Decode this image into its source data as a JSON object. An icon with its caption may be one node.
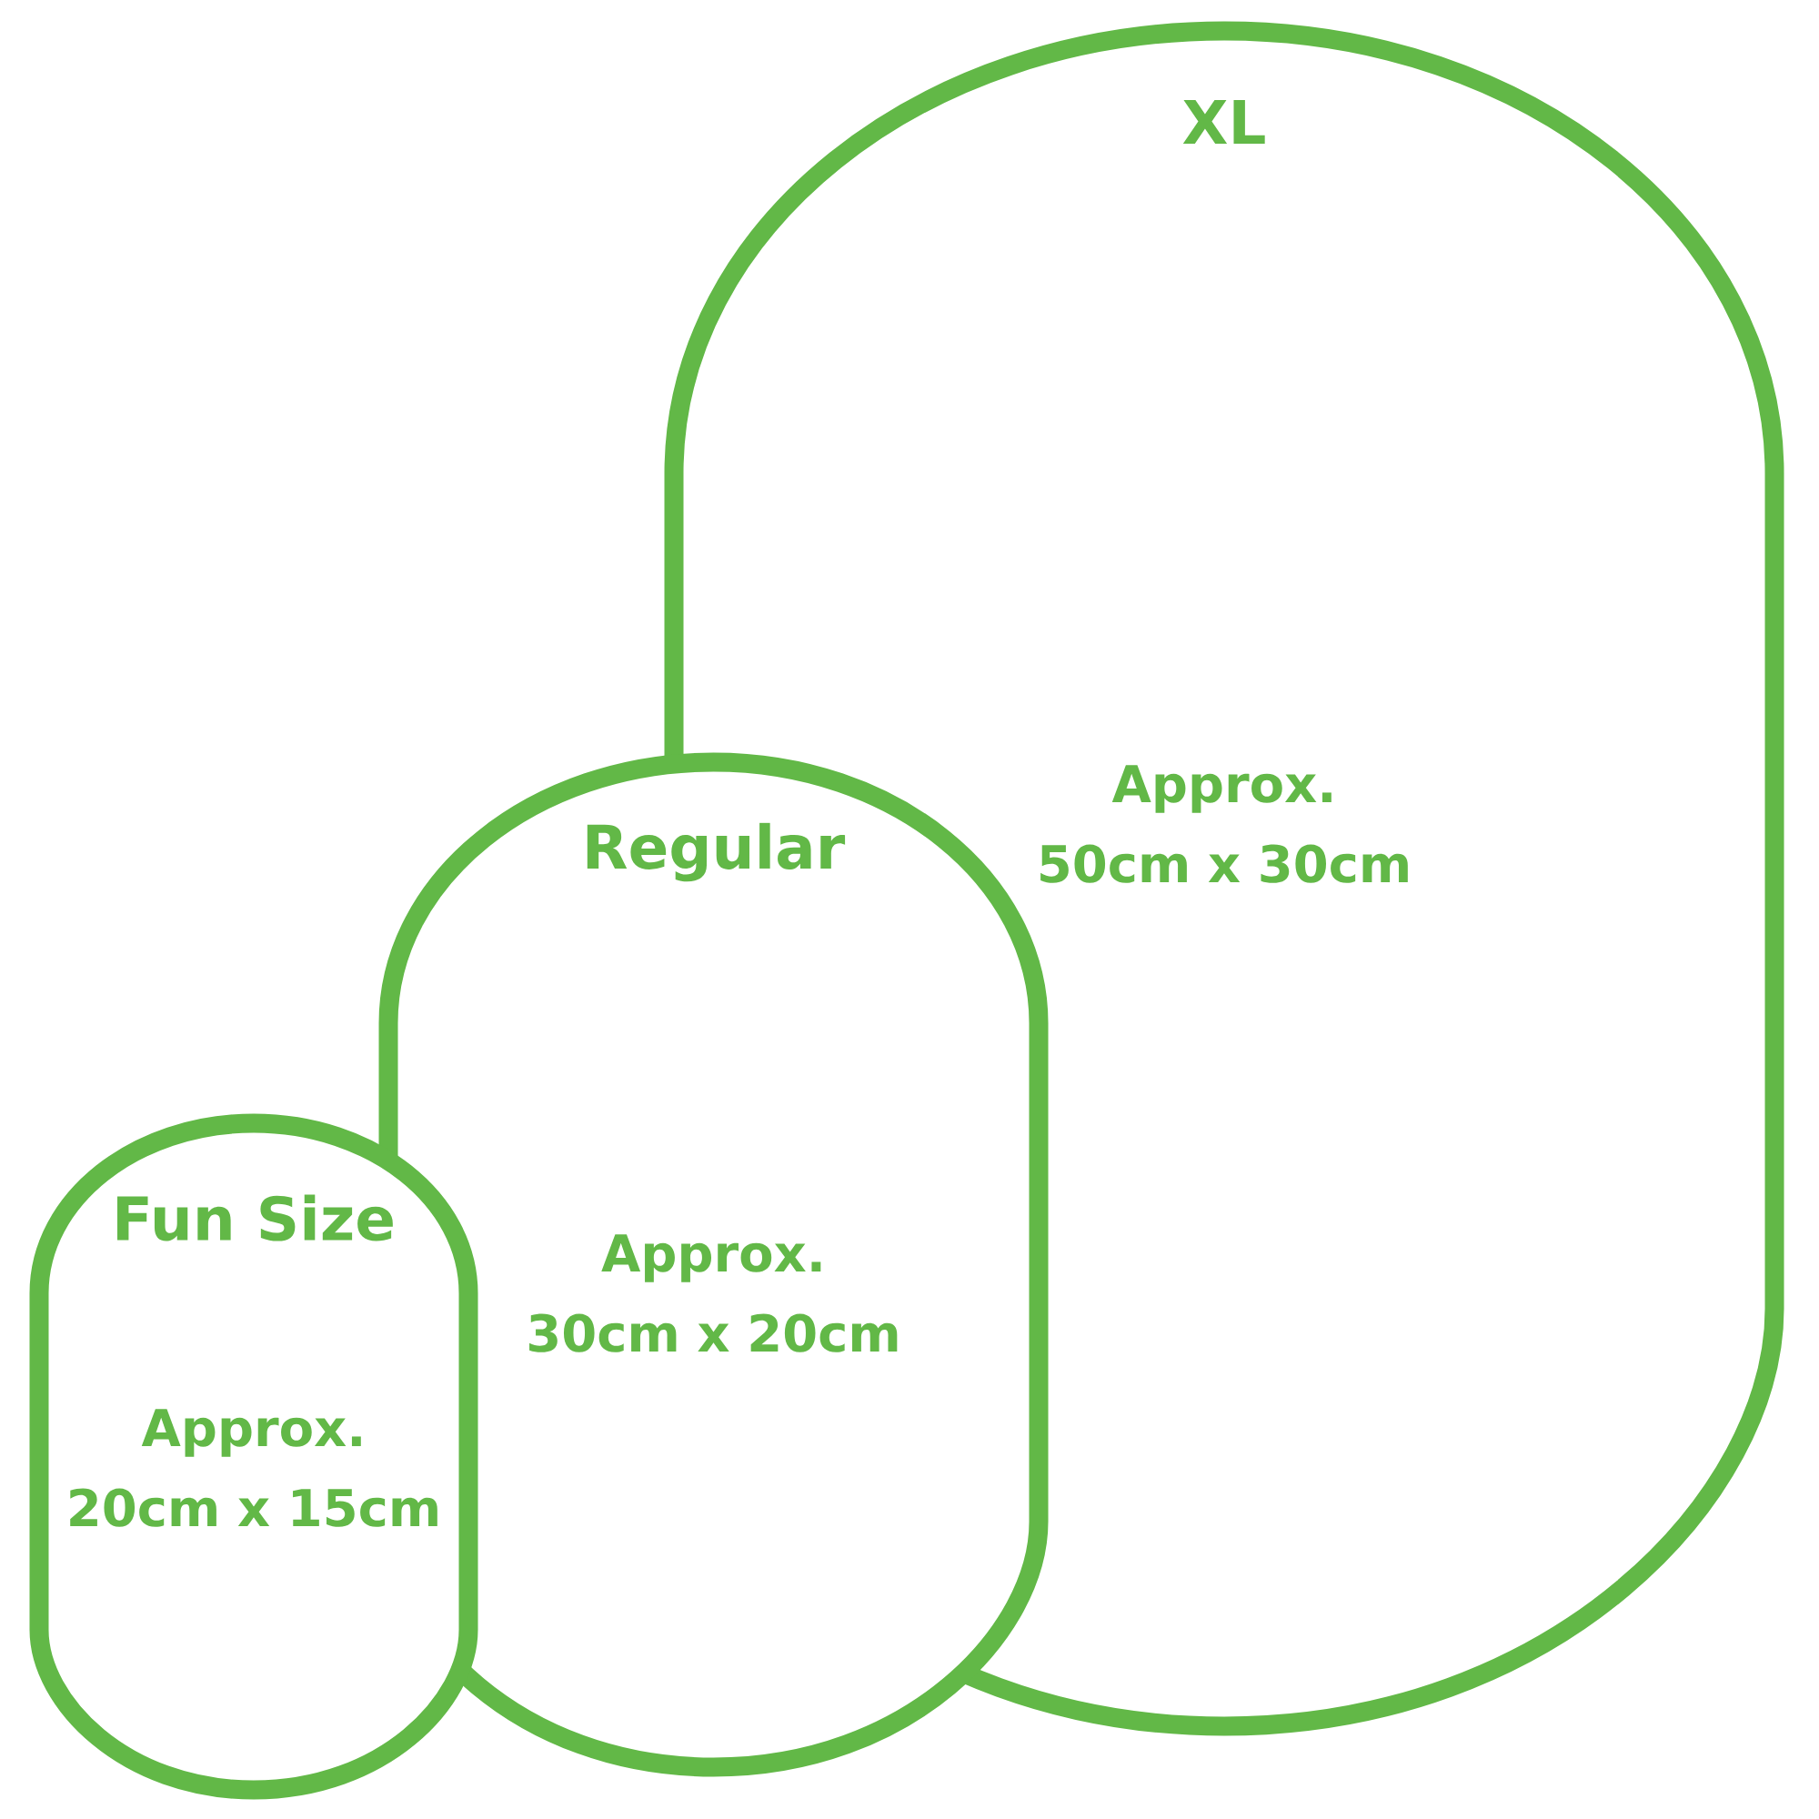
{
  "diagram": {
    "nodes": [
      {
        "text": [
          "XL",
          "Approx. 50cm x 30cm"
        ]
      },
      {
        "text": [
          "Regular",
          "Approx. 30cm x 20cm"
        ]
      },
      {
        "text": [
          "Fun Size",
          "Approx. 20cm x 15cm"
        ]
      }
    ],
    "edges": []
  }
}
